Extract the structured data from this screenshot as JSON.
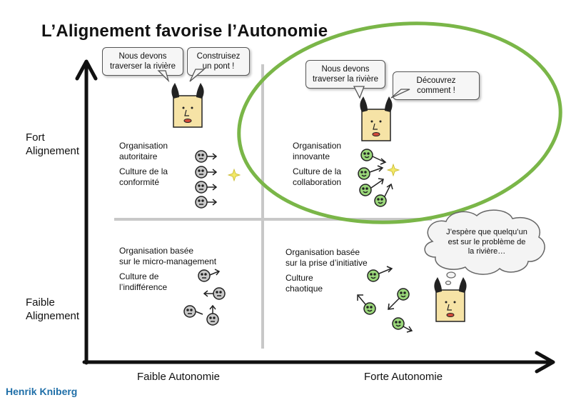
{
  "title": "L’Alignement favorise l’Autonomie",
  "y_axis": {
    "high_label_lines": [
      "Fort",
      "Alignement"
    ],
    "low_label_lines": [
      "Faible",
      "Alignement"
    ]
  },
  "x_axis": {
    "low_label": "Faible Autonomie",
    "high_label": "Forte Autonomie"
  },
  "quadrants": {
    "top_left": {
      "org_lines": [
        "Organisation",
        "autoritaire"
      ],
      "culture_lines": [
        "Culture de la",
        "conformité"
      ]
    },
    "top_right": {
      "org_lines": [
        "Organisation",
        "innovante"
      ],
      "culture_lines": [
        "Culture de la",
        "collaboration"
      ]
    },
    "bottom_left": {
      "org_lines": [
        "Organisation basée",
        "sur le micro-management"
      ],
      "culture_lines": [
        "Culture de",
        "l’indifférence"
      ]
    },
    "bottom_right": {
      "org_lines": [
        "Organisation basée",
        "sur la prise d’initiative"
      ],
      "culture_lines": [
        "Culture",
        "chaotique"
      ]
    }
  },
  "speech": {
    "tl_boss_lines": [
      "Nous devons",
      "traverser la rivière"
    ],
    "tl_order_lines": [
      "Construisez",
      "un pont !"
    ],
    "tr_boss_lines": [
      "Nous devons",
      "traverser la rivière"
    ],
    "tr_order": "Découvrez comment !",
    "br_thought_lines": [
      "J’espère que quelqu’un",
      "est sur le problème de",
      "la rivière…"
    ]
  },
  "colors": {
    "highlight_circle": "#7ab648",
    "grid_lines": "#c8c8c8",
    "face_skin": "#f6e3a6",
    "green_people": "#9ad77a",
    "grey_people": "#c9c9c9",
    "credit": "#1f6fa8"
  },
  "credit": "Henrik Kniberg"
}
